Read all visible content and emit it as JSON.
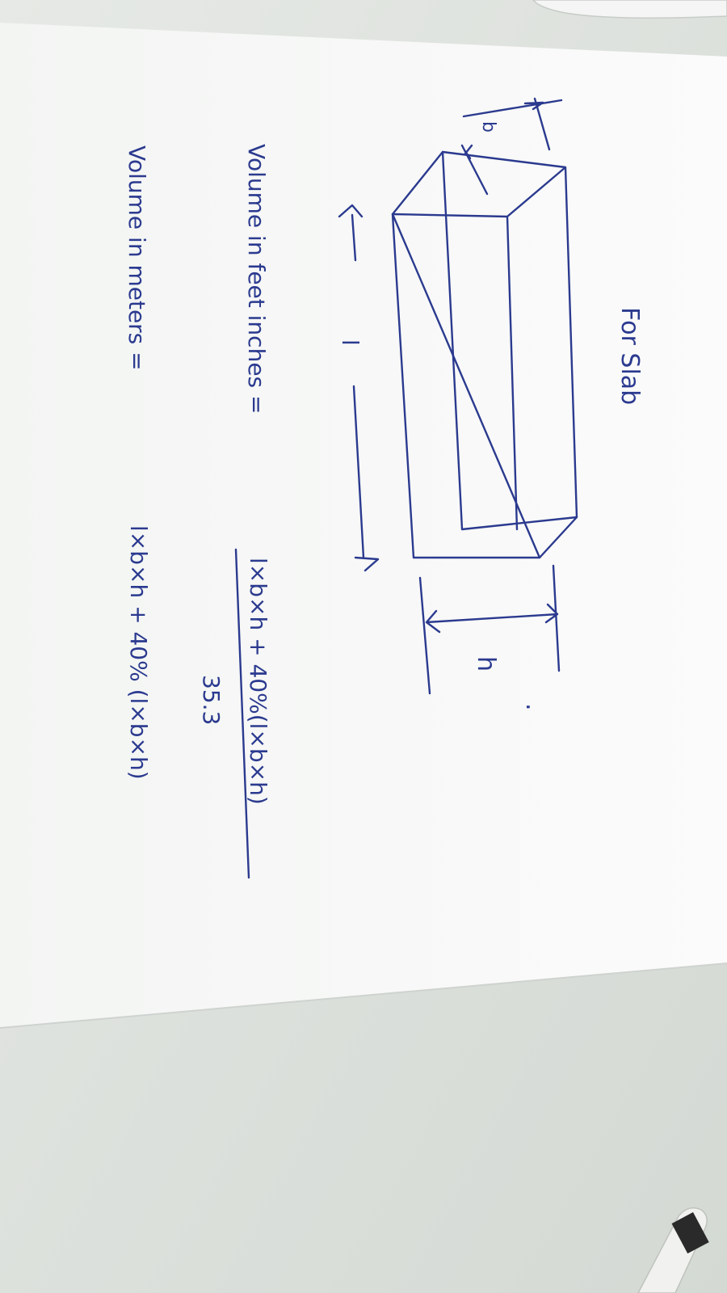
{
  "sheet": {
    "heading": "For Slab",
    "label_l": "l",
    "label_b": "b",
    "label_h": "h",
    "label_dots": ".",
    "feet_caption": "Volume in feet inches =",
    "feet_numerator": "l×b×h + 40%(l×b×h)",
    "feet_denominator": "35.3",
    "meters_caption": "Volume in meters =",
    "meters_formula": "l×b×h + 40% (l×b×h)"
  },
  "colors": {
    "ink": "#2b3a8f",
    "paper": "#f8f9f8",
    "desk": "#dfe3df"
  }
}
